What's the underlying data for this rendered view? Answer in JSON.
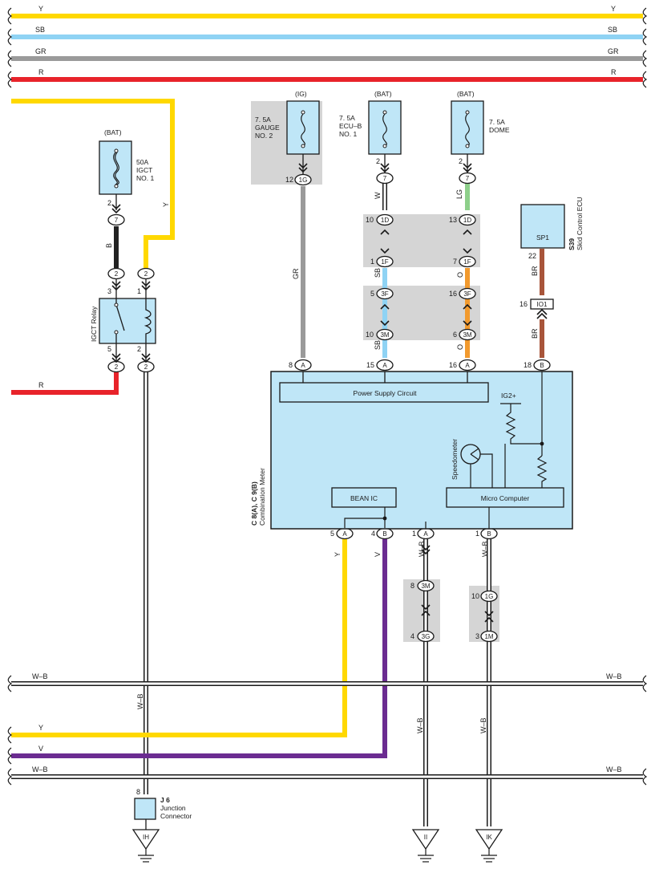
{
  "colors": {
    "Y": "#ffd800",
    "SB": "#8fd3f4",
    "GR": "#9a9a9a",
    "R": "#e8232a",
    "B": "#222222",
    "W": "#ffffff",
    "LG": "#8dcf8a",
    "O": "#f29a2e",
    "BR": "#a8553a",
    "V": "#6b2c91",
    "WB": "#ffffff",
    "component_fill": "#bfe6f7",
    "shade": "#d5d5d5"
  },
  "buses": {
    "top": [
      "Y",
      "SB",
      "GR",
      "R"
    ],
    "wb": "W–B",
    "y": "Y",
    "v": "V"
  },
  "fuses": {
    "igct": {
      "source": "(BAT)",
      "line1": "50A",
      "line2": "IGCT",
      "line3": "NO. 1",
      "pin": "2"
    },
    "gauge": {
      "source": "(IG)",
      "line1": "7. 5A",
      "line2": "GAUGE",
      "line3": "NO. 2",
      "pin": "12"
    },
    "ecub": {
      "source": "(BAT)",
      "line1": "7. 5A",
      "line2": "ECU–B",
      "line3": "NO. 1",
      "pin": "2"
    },
    "dome": {
      "source": "(BAT)",
      "line1": "7. 5A",
      "line2": "DOME",
      "pin": "2"
    }
  },
  "connectors": {
    "c7": "7",
    "c2": "2",
    "c1G": "1G",
    "c1D": "1D",
    "c1F": "1F",
    "c3F": "3F",
    "c3M": "3M",
    "cA": "A",
    "cB": "B",
    "cIO1": "IO1",
    "c3G": "3G",
    "c1M": "1M"
  },
  "pins": {
    "p1": "1",
    "p2": "2",
    "p3": "3",
    "p4": "4",
    "p5": "5",
    "p6": "6",
    "p7": "7",
    "p8": "8",
    "p10": "10",
    "p12": "12",
    "p13": "13",
    "p15": "15",
    "p16": "16",
    "p18": "18",
    "p22": "22"
  },
  "wires": {
    "Y": "Y",
    "B": "B",
    "GR": "GR",
    "W": "W",
    "LG": "LG",
    "SB": "SB",
    "O": "O",
    "BR": "BR",
    "V": "V",
    "R": "R",
    "WB": "W–B"
  },
  "igct_relay": {
    "label": "IGCT Relay"
  },
  "skid_ecu": {
    "ref": "S39",
    "name": "Skid Control ECU",
    "pin_label": "SP1"
  },
  "meter": {
    "ref": "C 8(A), C 9(B)",
    "name": "Combination Meter",
    "power_supply": "Power Supply Circuit",
    "ig2": "IG2+",
    "speedometer": "Speedometer",
    "bean_ic": "BEAN IC",
    "micro": "Micro Computer"
  },
  "junction": {
    "ref": "J 6",
    "line1": "Junction",
    "line2": "Connector",
    "pin": "8"
  },
  "grounds": {
    "ih": "IH",
    "ii": "II",
    "ik": "IK"
  }
}
